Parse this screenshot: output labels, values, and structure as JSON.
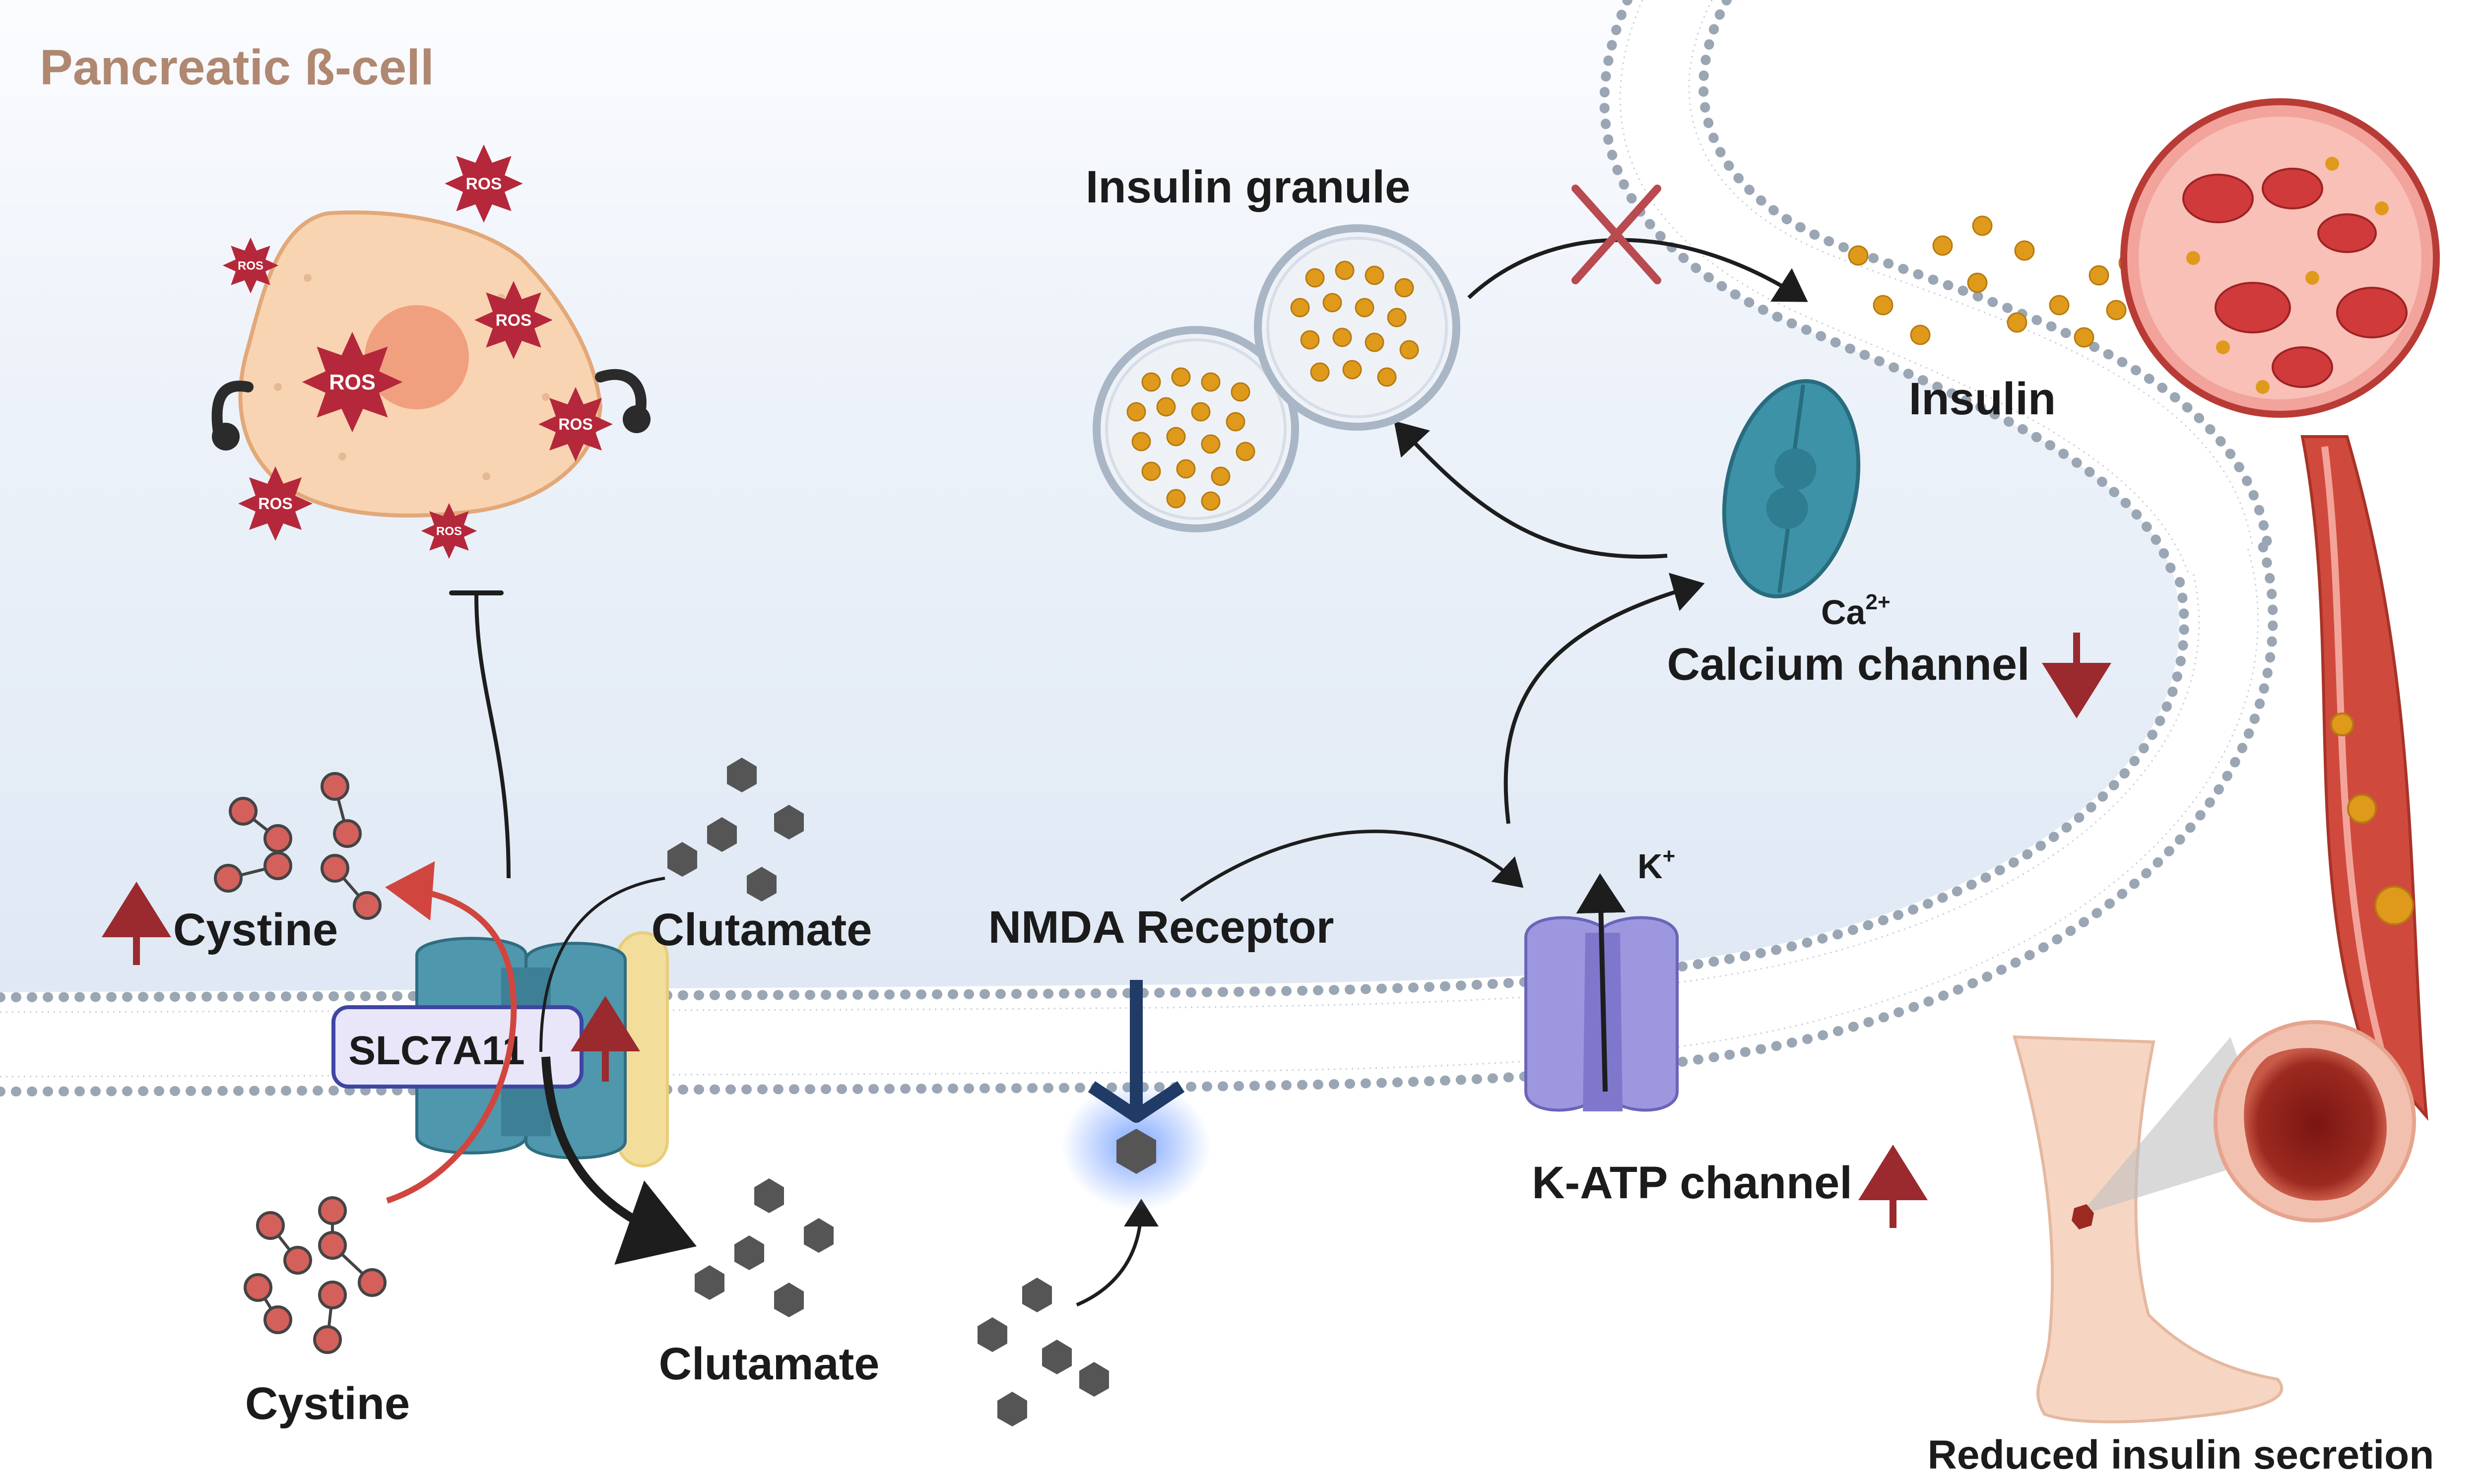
{
  "title": "Pancreatic ß-cell",
  "labels": {
    "insulin_granule": "Insulin granule",
    "insulin": "Insulin",
    "calcium_ion": "Ca",
    "calcium_ion_charge": "2+",
    "calcium_channel": "Calcium channel",
    "potassium_ion": "K",
    "potassium_ion_charge": "+",
    "katp_channel": "K-ATP channel",
    "nmda_receptor": "NMDA Receptor",
    "slc7a11": "SLC7A11",
    "cystine_top": "Cystine",
    "cystine_bottom": "Cystine",
    "clutamate_top": "Clutamate",
    "clutamate_bottom": "Clutamate",
    "reduced_secretion": "Reduced insulin secretion",
    "ros": "ROS"
  },
  "colors": {
    "title": "#b08770",
    "ros": "#b5273a",
    "membrane_bead": "#9aa6b4",
    "cytoplasm": "#e9eff8",
    "transporter": "#4f97ad",
    "katp": "#9d97e0",
    "calcium_channel": "#3d92a7",
    "insulin_dot": "#df9a1c",
    "arrow_red": "#d0463f",
    "cystine_node": "#d4605b",
    "glutamate": "#555555",
    "up_arrow": "#9a2a2e",
    "vessel": "#cf4a3c"
  },
  "icons": [
    "ros-burst-icon",
    "cell-icon",
    "insulin-granule-icon",
    "blood-vessel-icon",
    "leg-ulcer-icon",
    "glutamate-hexagon-icon",
    "inhibition-icon",
    "blocked-x-icon"
  ]
}
